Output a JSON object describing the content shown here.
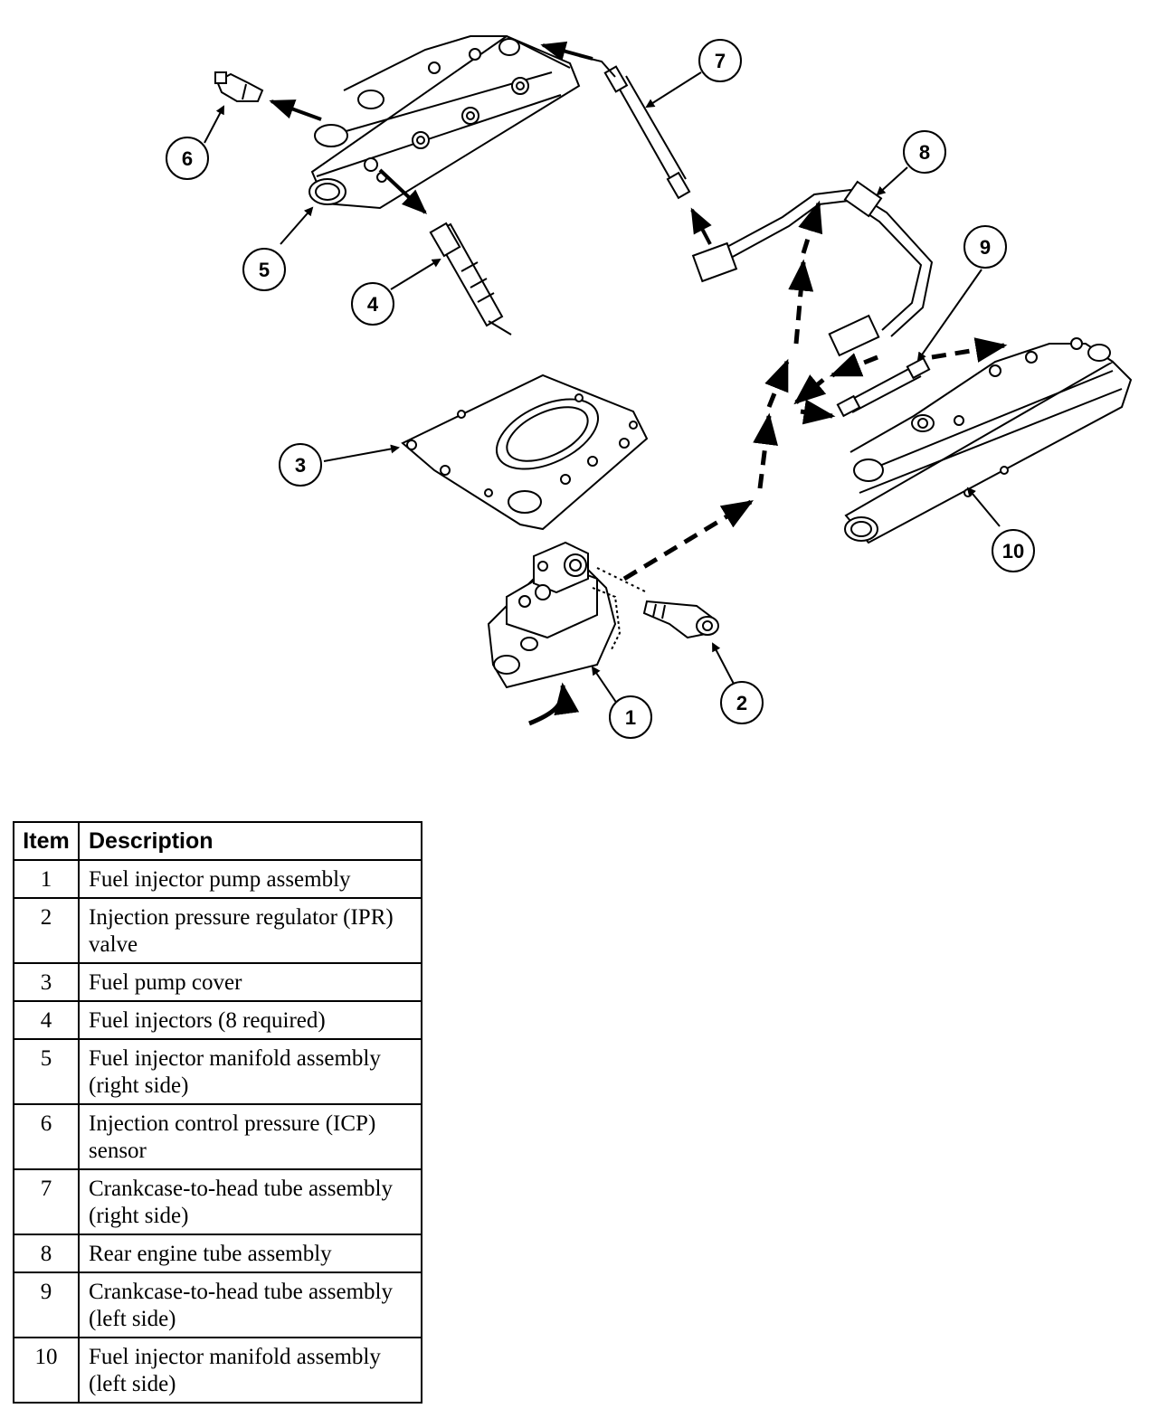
{
  "diagram": {
    "callouts": [
      "1",
      "2",
      "3",
      "4",
      "5",
      "6",
      "7",
      "8",
      "9",
      "10"
    ]
  },
  "legend": {
    "header_item": "Item",
    "header_description": "Description",
    "rows": [
      {
        "item": "1",
        "description": "Fuel injector pump assembly"
      },
      {
        "item": "2",
        "description": "Injection pressure regulator (IPR) valve"
      },
      {
        "item": "3",
        "description": "Fuel pump cover"
      },
      {
        "item": "4",
        "description": "Fuel injectors (8 required)"
      },
      {
        "item": "5",
        "description": "Fuel injector manifold assembly (right side)"
      },
      {
        "item": "6",
        "description": "Injection control pressure (ICP) sensor"
      },
      {
        "item": "7",
        "description": "Crankcase-to-head tube assembly (right side)"
      },
      {
        "item": "8",
        "description": "Rear engine tube assembly"
      },
      {
        "item": "9",
        "description": "Crankcase-to-head tube assembly (left side)"
      },
      {
        "item": "10",
        "description": "Fuel injector manifold assembly (left side)"
      }
    ]
  }
}
